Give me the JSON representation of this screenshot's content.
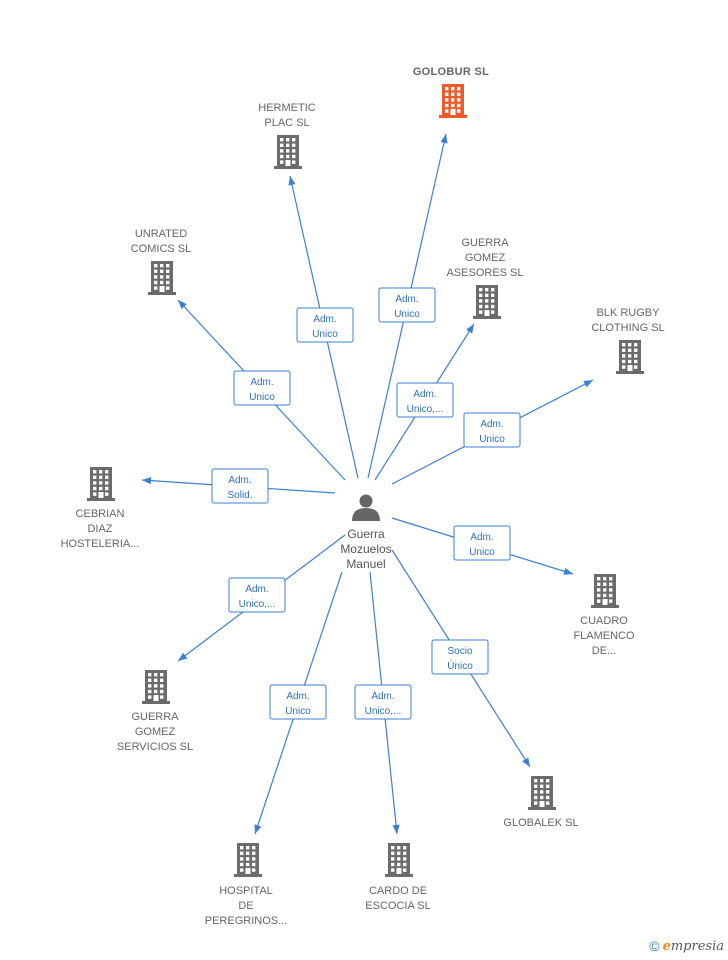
{
  "center": {
    "name_lines": [
      "Guerra",
      "Mozuelos",
      "Manuel"
    ],
    "icon": "person-icon"
  },
  "colors": {
    "edge": "#3b7fd4",
    "building": "#6b6b6b",
    "focus_building": "#f05a28",
    "person": "#666666"
  },
  "nodes": [
    {
      "id": "golobur",
      "name_lines": [
        "GOLOBUR  SL"
      ],
      "focus": true,
      "icon": "building-icon",
      "edge_label": [
        "Adm.",
        "Unico"
      ]
    },
    {
      "id": "hermetic",
      "name_lines": [
        "HERMETIC",
        "PLAC  SL"
      ],
      "focus": false,
      "icon": "building-icon",
      "edge_label": [
        "Adm.",
        "Unico"
      ]
    },
    {
      "id": "unrated",
      "name_lines": [
        "UNRATED",
        "COMICS  SL"
      ],
      "focus": false,
      "icon": "building-icon",
      "edge_label": [
        "Adm.",
        "Unico"
      ]
    },
    {
      "id": "guerra-asesores",
      "name_lines": [
        "GUERRA",
        "GOMEZ",
        "ASESORES SL"
      ],
      "focus": false,
      "icon": "building-icon",
      "edge_label": [
        "Adm.",
        "Unico,..."
      ]
    },
    {
      "id": "blk",
      "name_lines": [
        "BLK RUGBY",
        "CLOTHING  SL"
      ],
      "focus": false,
      "icon": "building-icon",
      "edge_label": [
        "Adm.",
        "Unico"
      ]
    },
    {
      "id": "cebrian",
      "name_lines": [
        "CEBRIAN",
        "DIAZ",
        "HOSTELERIA..."
      ],
      "focus": false,
      "icon": "building-icon",
      "edge_label": [
        "Adm.",
        "Solid."
      ]
    },
    {
      "id": "cuadro",
      "name_lines": [
        "CUADRO",
        "FLAMENCO",
        "DE..."
      ],
      "focus": false,
      "icon": "building-icon",
      "edge_label": [
        "Adm.",
        "Unico"
      ]
    },
    {
      "id": "guerra-servicios",
      "name_lines": [
        "GUERRA",
        "GOMEZ",
        "SERVICIOS  SL"
      ],
      "focus": false,
      "icon": "building-icon",
      "edge_label": [
        "Adm.",
        "Unico,..."
      ]
    },
    {
      "id": "globalek",
      "name_lines": [
        "GLOBALEK  SL"
      ],
      "focus": false,
      "icon": "building-icon",
      "edge_label": [
        "Socio",
        "Único"
      ]
    },
    {
      "id": "hospital",
      "name_lines": [
        "HOSPITAL",
        "DE",
        "PEREGRINOS..."
      ],
      "focus": false,
      "icon": "building-icon",
      "edge_label": [
        "Adm.",
        "Unico"
      ]
    },
    {
      "id": "cardo",
      "name_lines": [
        "CARDO DE",
        "ESCOCIA  SL"
      ],
      "focus": false,
      "icon": "building-icon",
      "edge_label": [
        "Adm.",
        "Unico,..."
      ]
    }
  ],
  "footer": {
    "copyright_symbol": "©",
    "brand_initial": "e",
    "brand_rest": "mpresia"
  }
}
